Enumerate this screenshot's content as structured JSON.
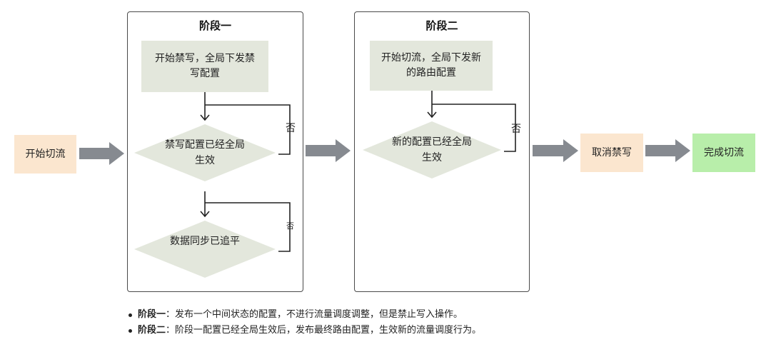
{
  "start_label": "开始切流",
  "stage1": {
    "title": "阶段一",
    "step1": "开始禁写，全局下发禁写配置",
    "check1": "禁写配置已经全局生效",
    "check2": "数据同步已追平",
    "no1": "否",
    "no2": "否"
  },
  "stage2": {
    "title": "阶段二",
    "step1": "开始切流，全局下发新的路由配置",
    "check1": "新的配置已经全局生效",
    "no1": "否"
  },
  "cancel_label": "取消禁写",
  "finish_label": "完成切流",
  "notes": [
    {
      "term": "阶段一",
      "sep": "：",
      "text": "发布一个中间状态的配置，不进行流量调度调整，但是禁止写入操作。"
    },
    {
      "term": "阶段二",
      "sep": "：",
      "text": "阶段一配置已经全局生效后，发布最终路由配置，生效新的流量调度行为。"
    }
  ],
  "colors": {
    "start_fill": "#fbe6cf",
    "done_fill": "#b8eeaa",
    "step_fill": "#e3e7dc",
    "arrow": "#868a90"
  }
}
